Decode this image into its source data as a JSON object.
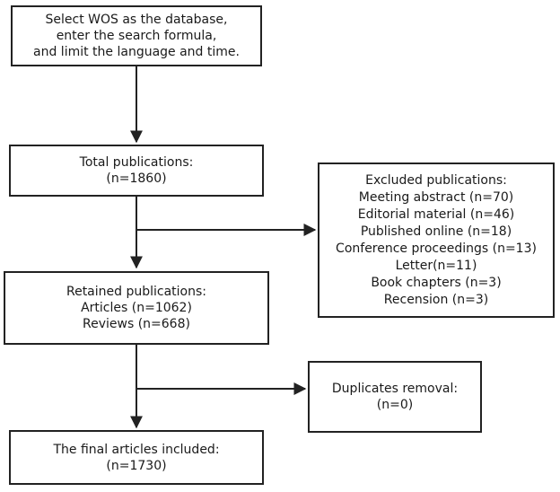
{
  "flow": {
    "step1": {
      "lines": [
        "Select WOS as the database,",
        "enter the search formula,",
        "and limit the language and time."
      ]
    },
    "step2": {
      "lines": [
        "Total publications:",
        "(n=1860)"
      ]
    },
    "excluded": {
      "lines": [
        "Excluded publications:",
        "Meeting abstract (n=70)",
        "Editorial material (n=46)",
        "Published online (n=18)",
        "Conference proceedings (n=13)",
        "Letter(n=11)",
        "Book chapters (n=3)",
        "Recension (n=3)"
      ]
    },
    "retained": {
      "lines": [
        "Retained publications:",
        "Articles (n=1062)",
        "Reviews (n=668)"
      ]
    },
    "duplicates": {
      "lines": [
        "Duplicates removal:",
        "(n=0)"
      ]
    },
    "final": {
      "lines": [
        "The final articles included:",
        "(n=1730)"
      ]
    }
  }
}
